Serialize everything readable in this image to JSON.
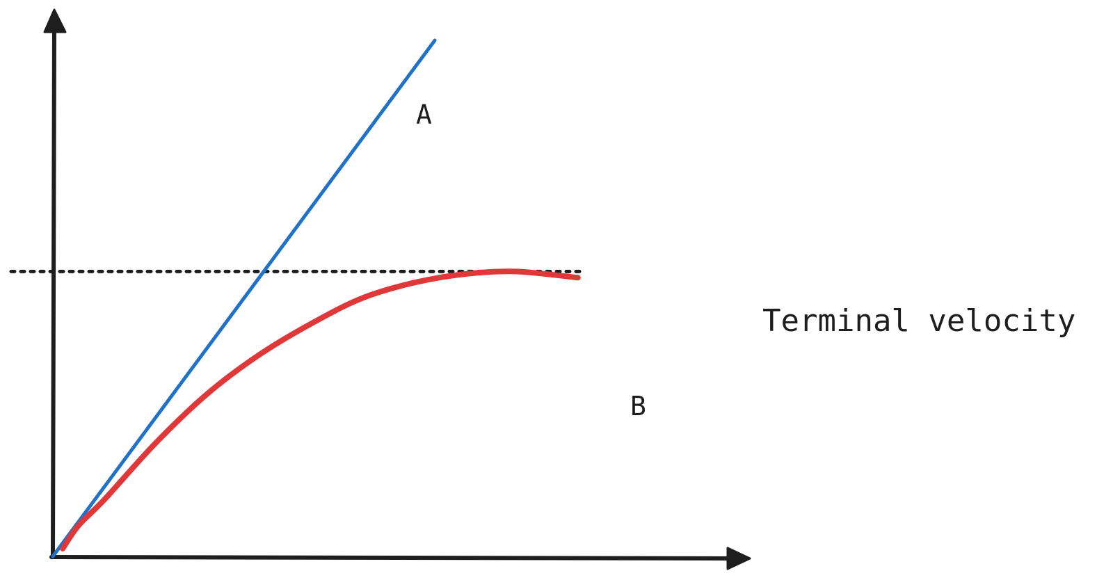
{
  "chart_data": {
    "type": "line",
    "title": "",
    "xlabel": "",
    "ylabel": "",
    "xlim": [
      0,
      10
    ],
    "ylim": [
      0,
      10
    ],
    "grid": false,
    "legend": "none",
    "series": [
      {
        "name": "A",
        "color": "#1f72c8",
        "x": [
          0,
          7.42
        ],
        "y": [
          0,
          10
        ]
      },
      {
        "name": "B",
        "color": "#e03838",
        "x": [
          0.19,
          0.5,
          1.0,
          2.0,
          3.0,
          4.0,
          5.0,
          6.0,
          7.0,
          8.0,
          9.0,
          10.2
        ],
        "y": [
          0.15,
          0.6,
          1.1,
          2.2,
          3.15,
          3.9,
          4.5,
          5.0,
          5.3,
          5.47,
          5.52,
          5.4
        ]
      }
    ],
    "reference_lines": [
      {
        "orientation": "horizontal",
        "style": "dotted",
        "color": "#1e1e1e",
        "y": 5.52,
        "label": "Terminal velocity"
      }
    ]
  }
}
